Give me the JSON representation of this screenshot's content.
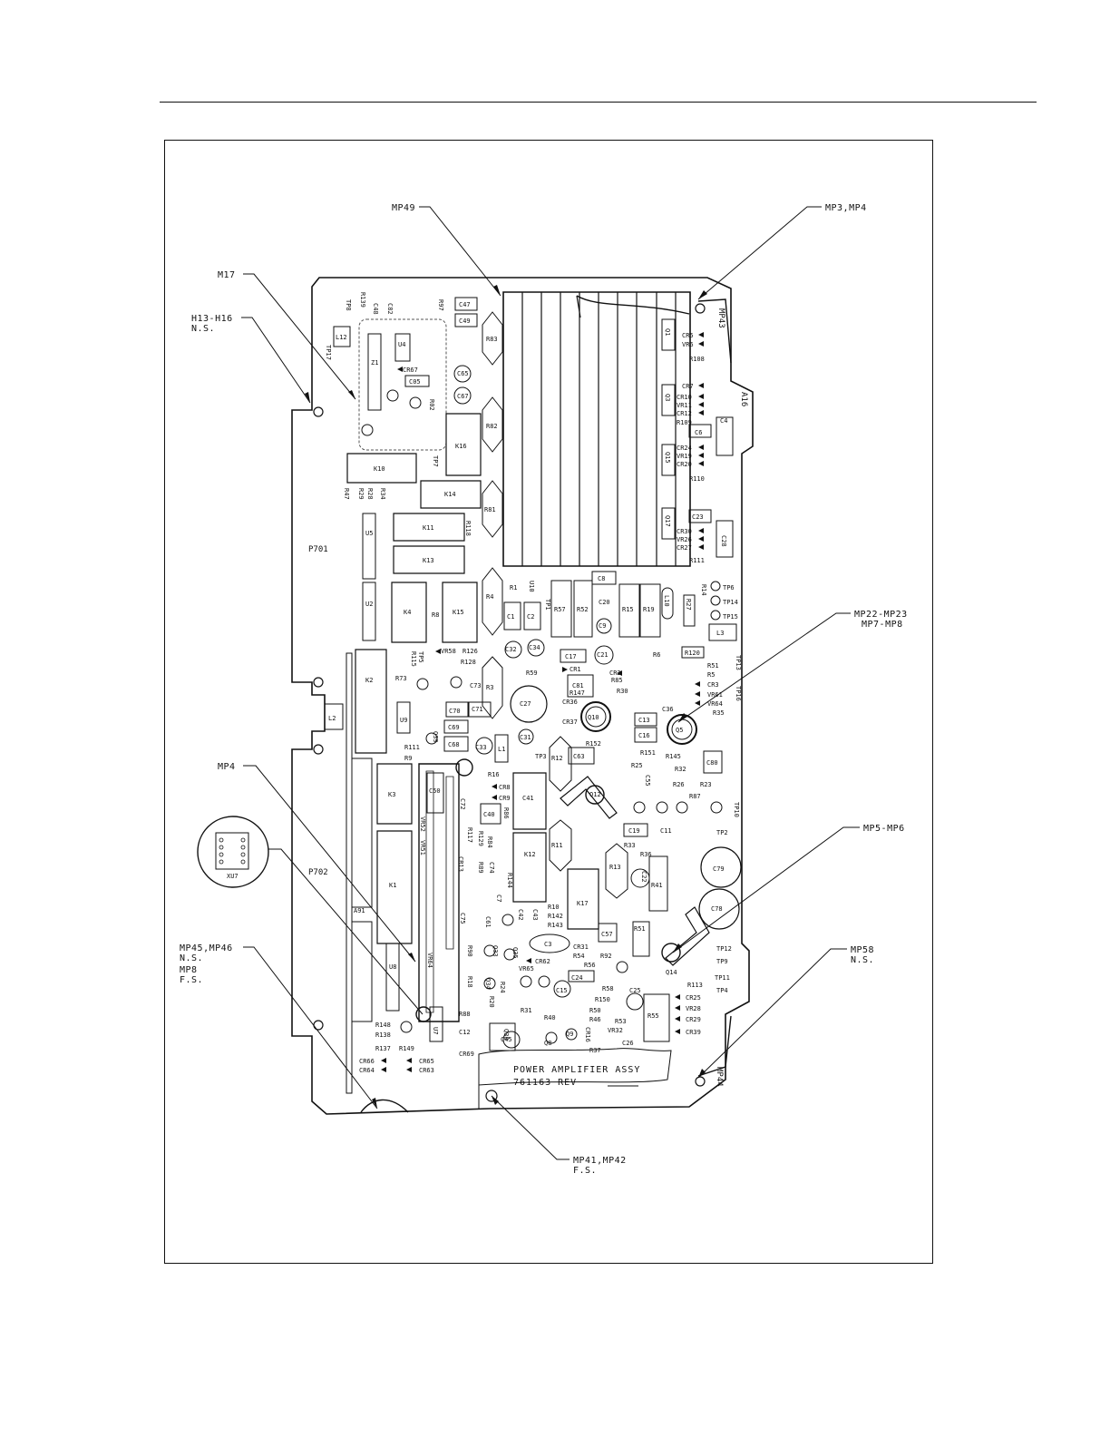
{
  "callouts": {
    "mp49": "MP49",
    "mp3_mp4": "MP3,MP4",
    "m17": "M17",
    "h13_h16": "H13-H16",
    "h13_h16_note": "N.S.",
    "mp22_mp23": "MP22-MP23",
    "mp7_mp8": "MP7-MP8",
    "mp4": "MP4",
    "mp5_mp6": "MP5-MP6",
    "mp45_mp46": "MP45,MP46",
    "mp45_note1": "N.S.",
    "mp8": "MP8",
    "mp8_note": "F.S.",
    "mp58": "MP58",
    "mp58_note": "N.S.",
    "mp41_mp42": "MP41,MP42",
    "mp41_note": "F.S."
  },
  "board": {
    "assy_line1": "POWER AMPLIFIER ASSY",
    "assy_line2": "761163 REV",
    "edge_a16": "A16",
    "edge_mp43": "MP43",
    "edge_mp44": "MP44",
    "connector_p701": "P701",
    "connector_p702": "P702",
    "socket_xu7": "XU7",
    "socket_u7": "U7"
  },
  "refs": {
    "r139": "R139",
    "tp8": "TP8",
    "c48": "C48",
    "c82": "C82",
    "r97": "R97",
    "c47": "C47",
    "c49": "C49",
    "r83": "R83",
    "r82": "R82",
    "r81": "R81",
    "l12": "L12",
    "tp17": "TP17",
    "u4": "U4",
    "z1": "Z1",
    "cr67": "CR67",
    "c05": "C05",
    "c65": "C65",
    "c67": "C67",
    "r02": "R02",
    "k16": "K16",
    "k10": "K10",
    "tp7": "TP7",
    "k14": "K14",
    "k11": "K11",
    "k13": "K13",
    "r118": "R118",
    "u5": "U5",
    "u2": "U2",
    "k4": "K4",
    "k15": "K15",
    "r8": "R8",
    "k2": "K2",
    "r73": "R73",
    "u9": "U9",
    "l2": "L2",
    "c70": "C70",
    "c71": "C71",
    "c69": "C69",
    "c68": "C68",
    "c33": "C33",
    "l1": "L1",
    "c73": "C73",
    "r3": "R3",
    "c27": "C27",
    "c31": "C31",
    "tp3": "TP3",
    "r12": "R12",
    "c63": "C63",
    "r4": "R4",
    "c1": "C1",
    "c2": "C2",
    "c32": "C32",
    "c34": "C34",
    "r1": "R1",
    "u10": "U10",
    "tp1": "TP1",
    "r57": "R57",
    "r52": "R52",
    "c8": "C8",
    "c20": "C20",
    "c9": "C9",
    "r15": "R15",
    "r19": "R19",
    "l10": "L10",
    "r27": "R27",
    "r14": "R14",
    "tp6": "TP6",
    "tp14": "TP14",
    "tp15": "TP15",
    "l3": "L3",
    "c21": "C21",
    "c17": "C17",
    "cr1": "CR1",
    "cr2": "CR2",
    "r85": "R85",
    "r120": "R120",
    "r6": "R6",
    "r5": "R5",
    "r51": "R51",
    "cr3": "CR3",
    "vr61": "VR61",
    "vr64": "VR64",
    "r35": "R35",
    "tp16": "TP16",
    "tp13": "TP13",
    "r59": "R59",
    "c81": "C81",
    "r147": "R147",
    "r30": "R30",
    "cr36": "CR36",
    "cr37": "CR37",
    "q10": "Q10",
    "q5": "Q5",
    "c13": "C13",
    "c16": "C16",
    "c36": "C36",
    "r152": "R152",
    "r151": "R151",
    "r145": "R145",
    "r32": "R32",
    "r26": "R26",
    "r23": "R23",
    "r87": "R87",
    "c80": "C80",
    "r25": "R25",
    "c55": "C55",
    "r33": "R33",
    "r36": "R36",
    "c41": "C41",
    "q12": "Q12",
    "cr8": "CR8",
    "cr9": "CR9",
    "r16": "R16",
    "c50": "C50",
    "c72": "C72",
    "c40": "C40",
    "r86": "R86",
    "k3": "K3",
    "k1": "K1",
    "a91": "A91",
    "r11": "R11",
    "k12": "K12",
    "k17": "K17",
    "r13": "R13",
    "c22": "C22",
    "r41": "R41",
    "c19": "C19",
    "c11": "C11",
    "tp10": "TP10",
    "tp2": "TP2",
    "c79": "C79",
    "c78": "C78",
    "c7": "C7",
    "c74": "C74",
    "c42": "C42",
    "c43": "C43",
    "r10": "R10",
    "r142": "R142",
    "r143": "R143",
    "c61": "C61",
    "c75": "C75",
    "c57": "C57",
    "r51b": "R51",
    "c3": "C3",
    "cr31": "CR31",
    "r54": "R54",
    "r92": "R92",
    "q14": "Q14",
    "tp12": "TP12",
    "tp9": "TP9",
    "tp11": "TP11",
    "tp4": "TP4",
    "u8": "U8",
    "vr64b": "VR64",
    "q33": "Q33",
    "q35": "Q35",
    "cr62": "CR62",
    "vr65": "VR65",
    "r56": "R56",
    "c24": "C24",
    "c15": "C15",
    "r58": "R58",
    "r150": "R150",
    "c25": "C25",
    "r113": "R113",
    "cr25": "CR25",
    "vr28": "VR28",
    "cr29": "CR29",
    "cr39": "CR39",
    "r55": "R55",
    "r50": "R50",
    "r46": "R46",
    "r53": "R53",
    "vr32": "VR32",
    "r37": "R37",
    "c26": "C26",
    "r40": "R40",
    "q9": "Q9",
    "q8": "Q8",
    "cr16": "CR16",
    "c45": "C45",
    "q38": "Q38",
    "r31": "R31",
    "c12": "C12",
    "cr69": "CR69",
    "r88": "R88",
    "r148": "R148",
    "r138": "R138",
    "r137": "R137",
    "r149": "R149",
    "cr66": "CR66",
    "cr64": "CR64",
    "cr65": "CR65",
    "cr63": "CR63",
    "r90": "R90",
    "r18": "R18",
    "r20": "R20",
    "r24": "R24",
    "q34": "Q34",
    "r89": "R89",
    "r144": "R144",
    "r84": "R84",
    "r129": "R129",
    "r117": "R117",
    "vr52": "VR52",
    "vr51": "VR51",
    "cr13": "CR13",
    "r9": "R9",
    "r111": "R111",
    "r126": "R126",
    "r128": "R128",
    "vr58": "VR58",
    "r115": "R115",
    "tp5": "TP5",
    "q39": "Q39",
    "r47": "R47",
    "r29": "R29",
    "r28": "R28",
    "r34": "R34",
    "q1": "Q1",
    "cr5": "CR5",
    "vr6": "VR6",
    "r108": "R108",
    "q3": "Q3",
    "cr7": "CR7",
    "cr10": "CR10",
    "vr11": "VR11",
    "cr12": "CR12",
    "r109": "R109",
    "c4": "C4",
    "c6": "C6",
    "q15": "Q15",
    "cr24": "CR24",
    "vr19": "VR19",
    "cr20": "CR20",
    "r110": "R110",
    "q17": "Q17",
    "c23": "C23",
    "cr30": "CR30",
    "vr26": "VR26",
    "cr27": "CR27",
    "r111b": "R111",
    "c28": "C28"
  }
}
